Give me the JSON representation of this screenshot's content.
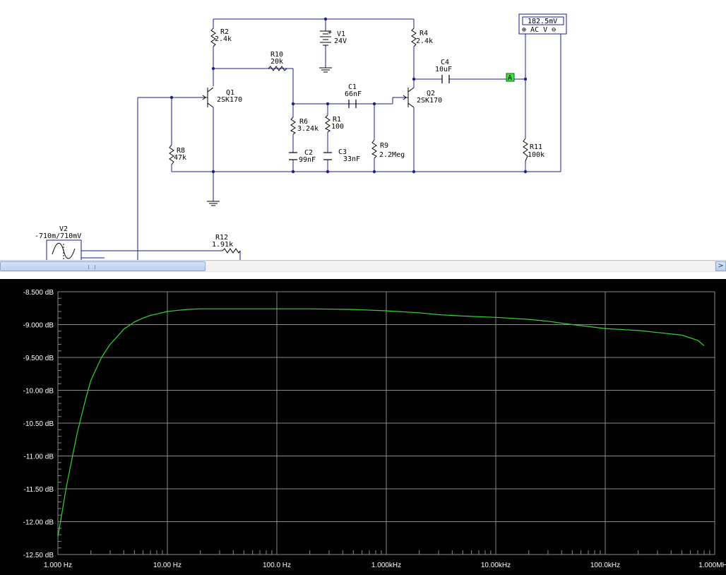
{
  "schematic": {
    "components": {
      "r2": {
        "name": "R2",
        "value": "2.4k"
      },
      "v1": {
        "name": "V1",
        "value": "24V"
      },
      "r4": {
        "name": "R4",
        "value": "2.4k"
      },
      "r10": {
        "name": "R10",
        "value": "20k"
      },
      "q1": {
        "name": "Q1",
        "value": "2SK170"
      },
      "c1": {
        "name": "C1",
        "value": "66nF"
      },
      "q2": {
        "name": "Q2",
        "value": "2SK170"
      },
      "c4": {
        "name": "C4",
        "value": "10uF"
      },
      "r6": {
        "name": "R6",
        "value": "3.24k"
      },
      "r1": {
        "name": "R1",
        "value": "100"
      },
      "r8": {
        "name": "R8",
        "value": "47k"
      },
      "c2": {
        "name": "C2",
        "value": "99nF"
      },
      "c3": {
        "name": "C3",
        "value": "33nF"
      },
      "r9": {
        "name": "R9",
        "value": "2.2Meg"
      },
      "r11": {
        "name": "R11",
        "value": "100k"
      },
      "v2": {
        "name": "V2",
        "value": "-710m/710mV"
      },
      "r12": {
        "name": "R12",
        "value": "1.91k"
      }
    },
    "probe_label": "A",
    "voltmeter": {
      "reading": "182.5mV",
      "mode": "⊕ AC V ⊖"
    }
  },
  "scrollbar": {
    "right_arrow": ">"
  },
  "colors": {
    "trace": "#33d633",
    "grid": "#8a8a8a",
    "plot_bg": "#000000",
    "wire": "#1e1e8c"
  },
  "chart_data": {
    "type": "line",
    "x_scale": "log",
    "xlim": [
      1,
      1000000
    ],
    "ylim": [
      -12.5,
      -8.5
    ],
    "y_unit": "dB",
    "grid": true,
    "y_ticks": [
      "-8.500 dB",
      "-9.000 dB",
      "-9.500 dB",
      "-10.00 dB",
      "-10.50 dB",
      "-11.00 dB",
      "-11.50 dB",
      "-12.00 dB",
      "-12.50 dB"
    ],
    "x_ticks": [
      "1.000 Hz",
      "10.00 Hz",
      "100.0 Hz",
      "1.000kHz",
      "10.00kHz",
      "100.0kHz",
      "1.000MHz"
    ],
    "series": [
      {
        "x": [
          1,
          1.2,
          1.5,
          1.8,
          2,
          2.5,
          3,
          3.5,
          4,
          5,
          6,
          7,
          8,
          10,
          15,
          20,
          30,
          50,
          100,
          200,
          500,
          1000,
          2000,
          3000,
          5000,
          10000,
          20000,
          30000,
          50000,
          100000,
          200000,
          300000,
          500000,
          700000,
          800000
        ],
        "y": [
          -12.23,
          -11.45,
          -10.65,
          -10.12,
          -9.85,
          -9.5,
          -9.3,
          -9.18,
          -9.07,
          -8.96,
          -8.9,
          -8.86,
          -8.84,
          -8.8,
          -8.77,
          -8.76,
          -8.76,
          -8.76,
          -8.76,
          -8.76,
          -8.77,
          -8.79,
          -8.82,
          -8.85,
          -8.87,
          -8.89,
          -8.92,
          -8.95,
          -9.0,
          -9.06,
          -9.09,
          -9.12,
          -9.16,
          -9.24,
          -9.32
        ]
      }
    ]
  }
}
